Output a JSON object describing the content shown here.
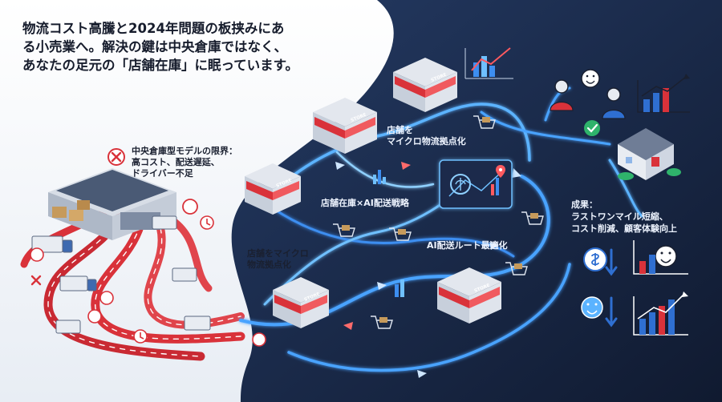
{
  "headline": {
    "line1": "物流コスト高騰と2024年問題の板挟みにあ",
    "line2": "る小売業へ。解決の鍵は中央倉庫ではなく、",
    "line3": "あなたの足元の「店舗在庫」に眠っています。"
  },
  "problem_label": {
    "line1": "中央倉庫型モデルの限界：",
    "line2": "高コスト、配送遅延、",
    "line3": "ドライバー不足"
  },
  "store_hub_top": {
    "line1": "店舗を",
    "line2": "マイクロ物流拠点化"
  },
  "strategy_label": "店舗在庫×AI配送戦略",
  "store_hub_left": {
    "line1": "店舗をマイクロ",
    "line2": "物流拠点化"
  },
  "ai_route_label": "AI配送ルート最適化",
  "results": {
    "line1": "成果：",
    "line2": "ラストワンマイル短縮、",
    "line3": "コスト削減、顧客体験向上"
  },
  "store_sign": "STORE",
  "colors": {
    "dark_bg": "#1b2a4a",
    "accent_red": "#d9323a",
    "route_blue": "#4aa3ff",
    "positive_green": "#2fb36b",
    "cost_blue": "#1f6fd1"
  },
  "icons": [
    "x-mark-icon",
    "clock-icon",
    "yen-coin-icon",
    "warehouse-icon",
    "truck-icon",
    "store-icon",
    "cart-icon",
    "ai-brain-icon",
    "map-pin-icon",
    "customer-icon",
    "checkmark-icon",
    "home-icon",
    "smiley-icon",
    "rising-chart-icon",
    "cost-down-icon"
  ]
}
